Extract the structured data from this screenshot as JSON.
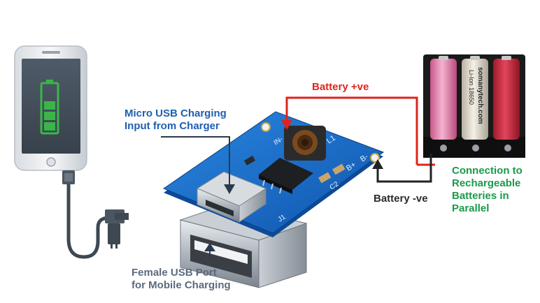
{
  "labels": {
    "micro_usb": [
      "Micro USB Charging",
      "Input from Charger"
    ],
    "battery_pos": "Battery +ve",
    "battery_neg": "Battery -ve",
    "connection": [
      "Connection to",
      "Rechargeable",
      "Batteries in",
      "Parallel"
    ],
    "female_usb": [
      "Female USB Port",
      "for Mobile Charging"
    ]
  },
  "board_markings": {
    "in_minus": "IN-",
    "b_plus": "B+",
    "b_minus": "B-",
    "l1": "L1",
    "c2": "C2",
    "j1": "J1"
  },
  "battery_cells": [
    {
      "text": "somanytech.com",
      "color": "#f2a6c8"
    },
    {
      "text": "Li-Ion 18650",
      "color": "#efe9dc"
    },
    {
      "text": "",
      "color": "#d8324a"
    }
  ],
  "colors": {
    "positive_wire": "#e0231b",
    "negative_wire": "#222222",
    "pcb": "#1668c4",
    "phone_battery_fill": "#3bb54a",
    "cable": "#3d4852"
  },
  "icons": {
    "phone": "smartphone-icon",
    "phone_battery": "battery-charging-icon",
    "usb_plug": "usb-plug-icon"
  }
}
